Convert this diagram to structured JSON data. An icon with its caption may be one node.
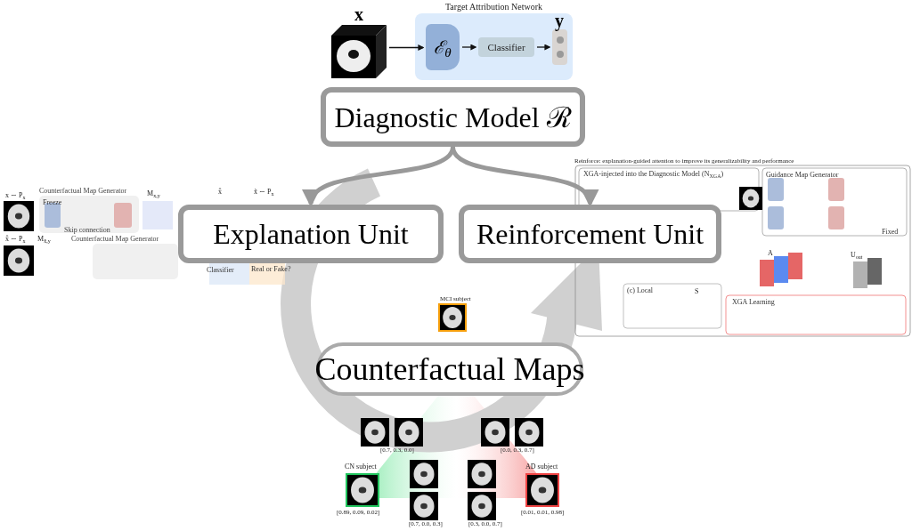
{
  "diagram": {
    "nodes": [
      {
        "text": [
          "Diagnostic Model ℛ"
        ]
      },
      {
        "text": [
          "Explanation Unit"
        ]
      },
      {
        "text": [
          "Reinforcement Unit"
        ]
      },
      {
        "text": [
          "Counterfactual Maps"
        ]
      },
      {
        "text": [
          "Target Attribution Network"
        ]
      },
      {
        "text": [],
        "shape": "picture",
        "beside": [
          "x"
        ]
      },
      {
        "text": [
          "ℰ$_{θ}$"
        ],
        "in": 4
      },
      {
        "text": [
          "Classifier"
        ],
        "in": 4
      },
      {
        "text": [],
        "shape": "bar",
        "in": 4,
        "beside": [
          "y"
        ]
      }
    ],
    "edges": [
      {
        "from": 5,
        "to": 6,
        "arrow": "to"
      },
      {
        "from": 6,
        "to": 7,
        "arrow": "to"
      },
      {
        "from": 7,
        "to": 8,
        "arrow": "to"
      },
      {
        "from": 0,
        "to": 1,
        "arrow": "to",
        "style": "thick",
        "color": "#999999"
      },
      {
        "from": 0,
        "to": 2,
        "arrow": "to",
        "style": "thick",
        "color": "#999999"
      }
    ],
    "labels": [
      "x ∼ P$_{x}$",
      "Counterfactual Map Generator",
      "Freeze",
      "M$_{x,y}$",
      "Skip connection",
      "x̂",
      "x̃ ∼ P$_{x}$",
      "x̂ ∼ P$_{x}$",
      "M$_{x̂,y}$",
      "Counterfactual Map Generator",
      "Classifier",
      "Real or Fake?",
      "Reinforce: explanation-guided attention to improve its generalizability and performance",
      "XGA-injected into the Diagnostic Model (N$_{XGA}$)",
      "Guidance Map Generator",
      "Fixed",
      "A",
      "U$_{out}$",
      "(c) Local",
      "S",
      "XGA Learning",
      "MCI subject",
      "[0.7, 0.3, 0.0]",
      "[0.0, 0.3, 0.7]",
      "CN subject",
      "AD subject",
      "[0.89, 0.09, 0.02]",
      "[0.01, 0.01, 0.98]",
      "[0.7, 0.0, 0.3]",
      "[0.3, 0.0, 0.7]"
    ]
  }
}
